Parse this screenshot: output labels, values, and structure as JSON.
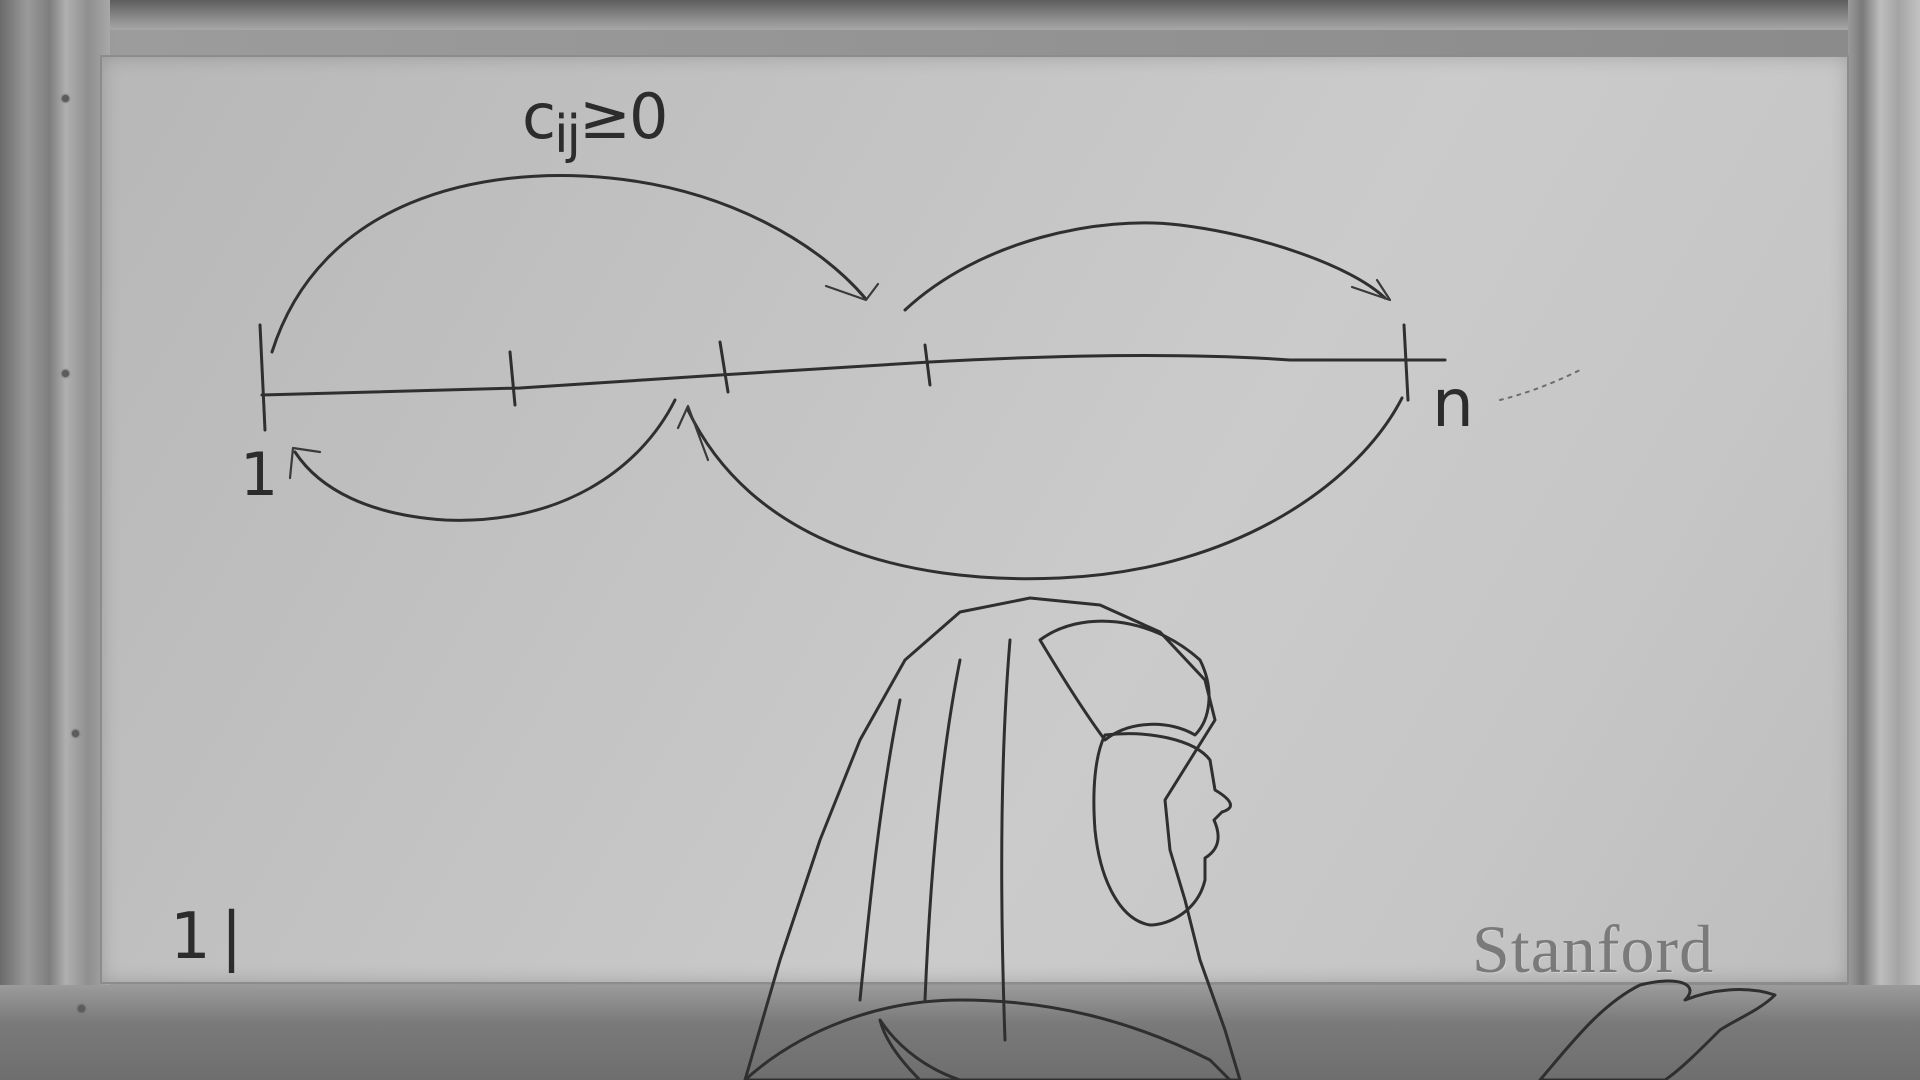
{
  "whiteboard": {
    "cost_label": "c",
    "cost_label_subscript": "ij",
    "cost_label_relation": "≥0",
    "start_label": "1",
    "end_label": "n",
    "corner_note": "1|"
  },
  "watermark": {
    "text": "Stanford"
  },
  "colors": {
    "board": "#c3c3c3",
    "ink": "#2f2f2f",
    "frame": "#8a8a8a",
    "hair": "#1f1b1a",
    "skin": "#9a9090"
  }
}
